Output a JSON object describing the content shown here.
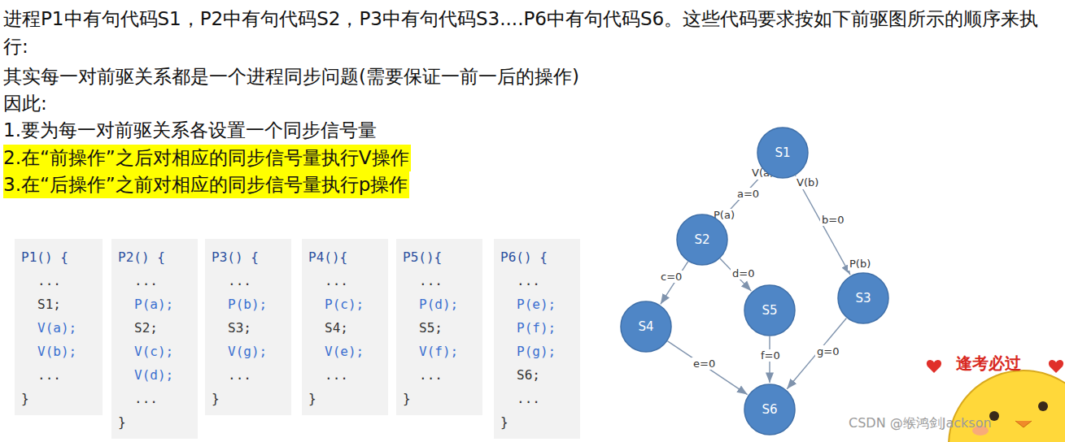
{
  "diagram": {
    "nodes": [
      {
        "text": [
          "P1() {",
          "...",
          "S1;",
          "V(a);",
          "V(b);",
          "...",
          "}"
        ]
      },
      {
        "text": [
          "P2() {",
          "...",
          "P(a);",
          "S2;",
          "V(c);",
          "V(d);",
          "...",
          "}"
        ]
      },
      {
        "text": [
          "P3() {",
          "...",
          "P(b);",
          "S3;",
          "V(g);",
          "...",
          "}"
        ]
      },
      {
        "text": [
          "P4(){",
          "...",
          "P(c);",
          "S4;",
          "V(e);",
          "...",
          "}"
        ]
      },
      {
        "text": [
          "P5(){",
          "...",
          "P(d);",
          "S5;",
          "V(f);",
          "...",
          "}"
        ]
      },
      {
        "text": [
          "P6() {",
          "...",
          "P(e);",
          "P(f);",
          "P(g);",
          "S6;",
          "...",
          "}"
        ]
      },
      {
        "text": [
          "S1"
        ]
      },
      {
        "text": [
          "S2"
        ]
      },
      {
        "text": [
          "S3"
        ]
      },
      {
        "text": [
          "S4"
        ]
      },
      {
        "text": [
          "S5"
        ]
      },
      {
        "text": [
          "S6"
        ]
      }
    ],
    "edges": [
      {
        "from": 6,
        "to": 7,
        "arrow": "to",
        "label": "a=0"
      },
      {
        "from": 6,
        "to": 8,
        "arrow": "to",
        "label": "b=0"
      },
      {
        "from": 7,
        "to": 9,
        "arrow": "to",
        "label": "c=0"
      },
      {
        "from": 7,
        "to": 10,
        "arrow": "to",
        "label": "d=0"
      },
      {
        "from": 9,
        "to": 11,
        "arrow": "to",
        "label": "e=0"
      },
      {
        "from": 10,
        "to": 11,
        "arrow": "to",
        "label": "f=0"
      },
      {
        "from": 8,
        "to": 11,
        "arrow": "to",
        "label": "g=0"
      }
    ],
    "labels": [
      "进程P1中有句代码S1，P2中有句代码S2，P3中有句代码S3....P6中有句代码S6。这些代码要求按如下前驱图所示的顺序来执行:",
      "其实每一对前驱关系都是一个进程同步问题(需要保证一前一后的操作)",
      "因此:",
      "1.要为每一对前驱关系各设置一个同步信号量",
      "2.在“前操作”之后对相应的同步信号量执行V操作",
      "3.在“后操作”之前对相应的同步信号量执行p操作",
      "V(a)",
      "V(b)",
      "P(a)",
      "P(b)",
      "逢考必过",
      "CSDN @缑鸿剑Jackson"
    ]
  }
}
